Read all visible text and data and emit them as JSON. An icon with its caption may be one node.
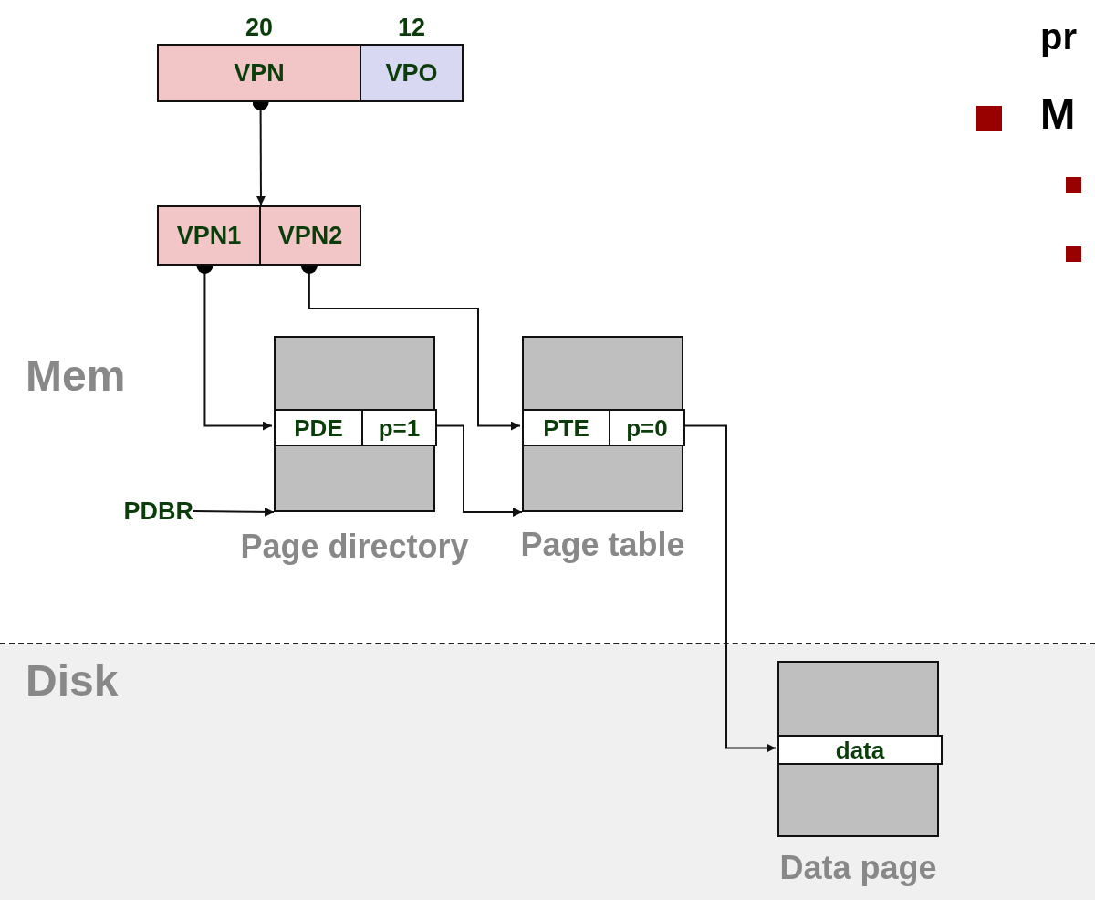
{
  "diagram": {
    "nodes": [
      {
        "text": [
          "VPN"
        ],
        "beside": [
          "20"
        ]
      },
      {
        "text": [
          "VPO"
        ],
        "beside": [
          "12"
        ]
      },
      {
        "text": [
          "VPN1"
        ]
      },
      {
        "text": [
          "VPN2"
        ]
      },
      {
        "text": [
          "Page directory"
        ]
      },
      {
        "text": [
          "PDE"
        ],
        "in": 4
      },
      {
        "text": [
          "p=1"
        ],
        "in": 4
      },
      {
        "text": [
          "Page table"
        ]
      },
      {
        "text": [
          "PTE"
        ],
        "in": 7
      },
      {
        "text": [
          "p=0"
        ],
        "in": 7
      },
      {
        "text": [
          "Data page"
        ]
      },
      {
        "text": [
          "data"
        ],
        "in": 10
      },
      {
        "text": [
          "PDBR"
        ]
      }
    ],
    "edges": [
      {
        "from": 0,
        "to": 2,
        "arrow": "to"
      },
      {
        "from": 2,
        "to": 5,
        "arrow": "to"
      },
      {
        "from": 3,
        "to": 8,
        "arrow": "to"
      },
      {
        "from": 6,
        "to": 7,
        "arrow": "to"
      },
      {
        "from": 9,
        "to": 11,
        "arrow": "to"
      },
      {
        "from": 12,
        "to": 4,
        "arrow": "to"
      }
    ],
    "labels": [
      "pr",
      "M",
      "Mem",
      "Disk"
    ]
  }
}
